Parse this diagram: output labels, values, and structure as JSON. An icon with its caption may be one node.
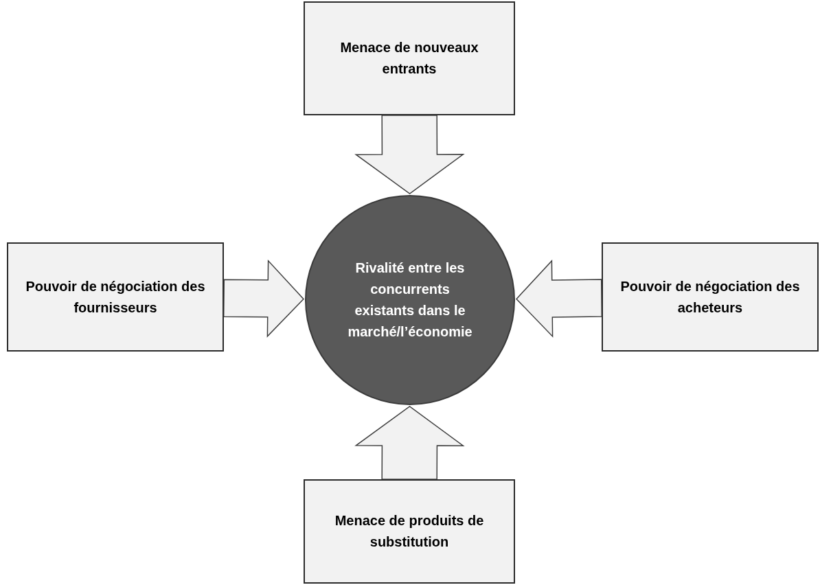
{
  "diagram": {
    "nodes": [
      {
        "text": [
          "Menace de nouveaux entrants"
        ]
      },
      {
        "text": [
          "Pouvoir de négociation des fournisseurs"
        ]
      },
      {
        "text": [
          "Rivalité entre les concurrents existants dans le marché/l’économie"
        ]
      },
      {
        "text": [
          "Pouvoir de négociation des acheteurs"
        ]
      },
      {
        "text": [
          "Menace de produits de substitution"
        ]
      }
    ],
    "edges": [
      {
        "from": 0,
        "to": 2,
        "arrow": "to"
      },
      {
        "from": 1,
        "to": 2,
        "arrow": "to"
      },
      {
        "from": 3,
        "to": 2,
        "arrow": "to"
      },
      {
        "from": 4,
        "to": 2,
        "arrow": "to"
      }
    ]
  }
}
